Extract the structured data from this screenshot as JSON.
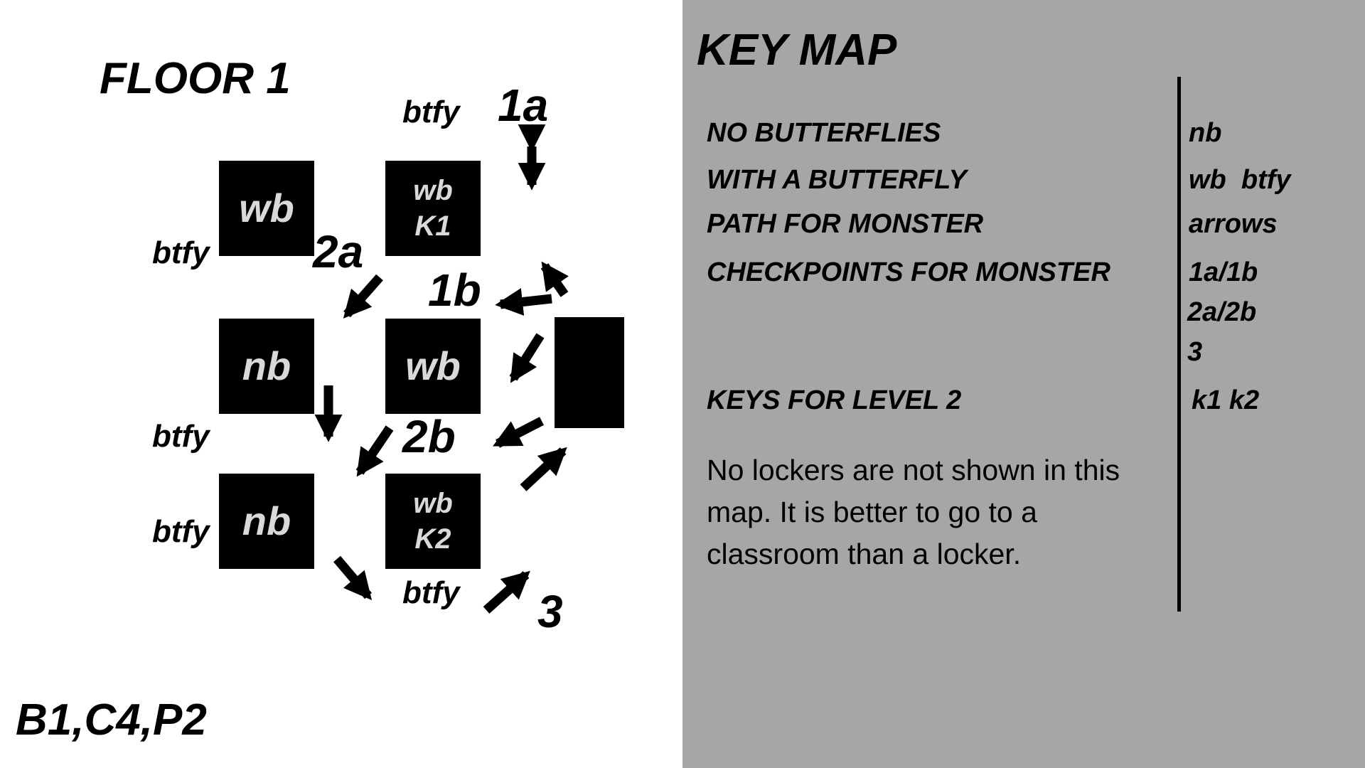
{
  "map": {
    "title": "FLOOR 1",
    "code": "B1,C4,P2",
    "rooms": [
      {
        "id": "wb_a",
        "lines": [
          "wb"
        ]
      },
      {
        "id": "wb_k1",
        "lines": [
          "wb",
          "K1"
        ]
      },
      {
        "id": "nb_a",
        "lines": [
          "nb"
        ]
      },
      {
        "id": "wb_b",
        "lines": [
          "wb"
        ]
      },
      {
        "id": "nb_b",
        "lines": [
          "nb"
        ]
      },
      {
        "id": "wb_k2",
        "lines": [
          "wb",
          "K2"
        ]
      }
    ],
    "butterfly_labels": [
      "btfy",
      "btfy",
      "btfy",
      "btfy",
      "btfy"
    ],
    "checkpoints": [
      "1a",
      "1b",
      "2a",
      "2b",
      "3"
    ]
  },
  "key_map": {
    "title": "KEY MAP",
    "rows": [
      {
        "label": "NO BUTTERFLIES",
        "value": "nb"
      },
      {
        "label": "WITH A BUTTERFLY",
        "value": "wb  btfy"
      },
      {
        "label": "PATH FOR MONSTER",
        "value": "arrows"
      },
      {
        "label": "CHECKPOINTS FOR MONSTER",
        "value": "1a/1b"
      },
      {
        "label": "",
        "value": "2a/2b"
      },
      {
        "label": "",
        "value": "3"
      },
      {
        "label": "KEYS FOR LEVEL 2",
        "value": "k1 k2"
      }
    ],
    "note": "No lockers are not shown in this map. It is better to go to a classroom than a locker."
  },
  "colors": {
    "left_bg": "#ffffff",
    "right_bg": "#a6a6a6",
    "room_fill": "#000000",
    "room_text": "#d9d9d9",
    "ink": "#000000"
  }
}
